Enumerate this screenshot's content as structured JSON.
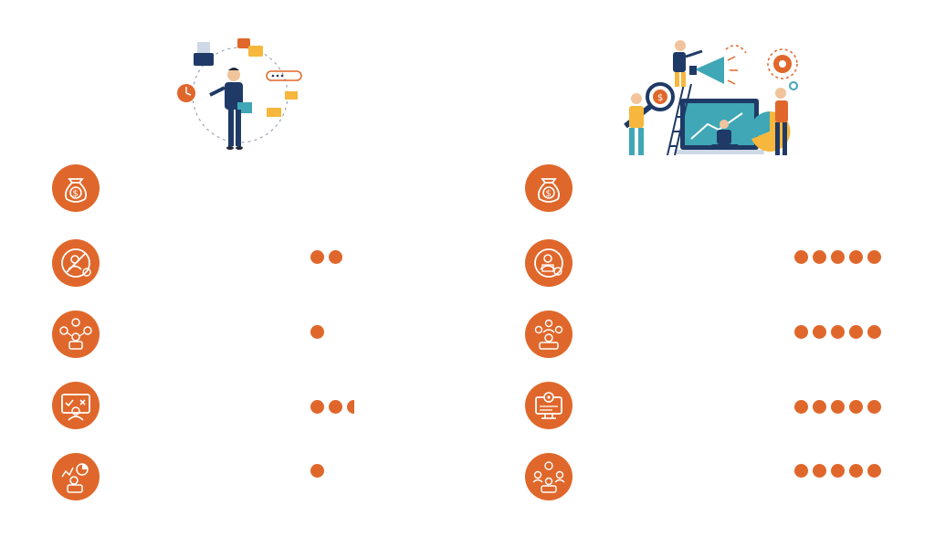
{
  "colors": {
    "accent": "#e0672b",
    "navy": "#1f3a66",
    "teal": "#3fa7b5",
    "yellow": "#f6b73c"
  },
  "left": {
    "illustration": "freelancer-multitasking-illustration",
    "rows": [
      {
        "icon": "money-bag-icon",
        "rating": 0
      },
      {
        "icon": "no-employee-icon",
        "rating": 2
      },
      {
        "icon": "time-management-icon",
        "rating": 1
      },
      {
        "icon": "monitor-check-cross-icon",
        "rating": 2.5
      },
      {
        "icon": "analytics-person-icon",
        "rating": 1
      }
    ]
  },
  "right": {
    "illustration": "marketing-team-illustration",
    "rows": [
      {
        "icon": "money-bag-icon",
        "rating": 0
      },
      {
        "icon": "certified-employee-icon",
        "rating": 5
      },
      {
        "icon": "team-group-icon",
        "rating": 5
      },
      {
        "icon": "monitor-settings-icon",
        "rating": 5
      },
      {
        "icon": "team-network-icon",
        "rating": 5
      }
    ]
  }
}
